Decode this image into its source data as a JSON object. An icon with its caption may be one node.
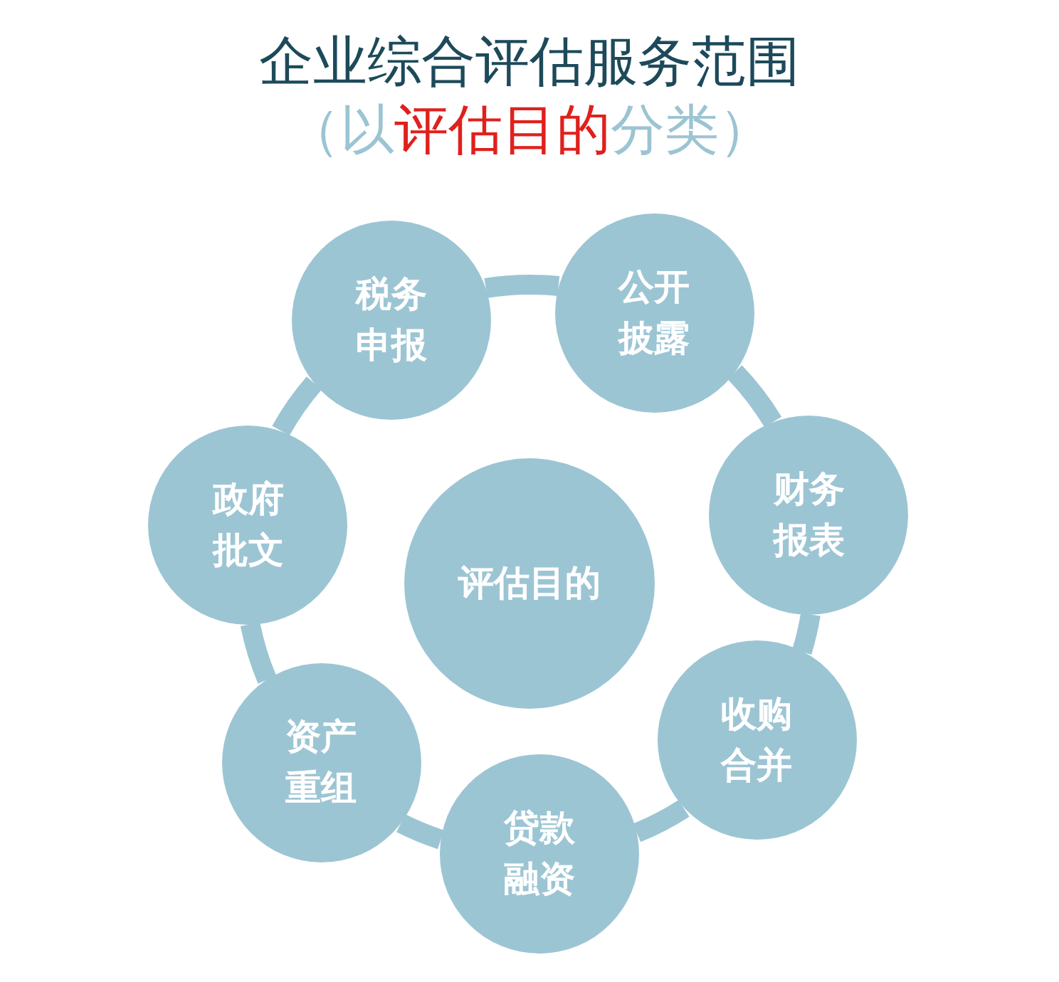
{
  "diagram": {
    "title": "企业综合评估服务范围",
    "nodes": [
      {
        "text": [
          "评估目的"
        ]
      },
      {
        "text": [
          "税务申报"
        ]
      },
      {
        "text": [
          "公开披露"
        ]
      },
      {
        "text": [
          "财务报表"
        ]
      },
      {
        "text": [
          "收购合并"
        ]
      },
      {
        "text": [
          "贷款融资"
        ]
      },
      {
        "text": [
          "资产重组"
        ]
      },
      {
        "text": [
          "政府批文"
        ]
      }
    ],
    "edges": [
      {
        "from": 1,
        "to": 2,
        "arrow": "none"
      },
      {
        "from": 2,
        "to": 3,
        "arrow": "none"
      },
      {
        "from": 3,
        "to": 4,
        "arrow": "none"
      },
      {
        "from": 4,
        "to": 5,
        "arrow": "none"
      },
      {
        "from": 5,
        "to": 6,
        "arrow": "none"
      },
      {
        "from": 6,
        "to": 7,
        "arrow": "none"
      },
      {
        "from": 7,
        "to": 1,
        "arrow": "none"
      }
    ],
    "labels": [
      "（以**评估目的**分类）"
    ]
  }
}
